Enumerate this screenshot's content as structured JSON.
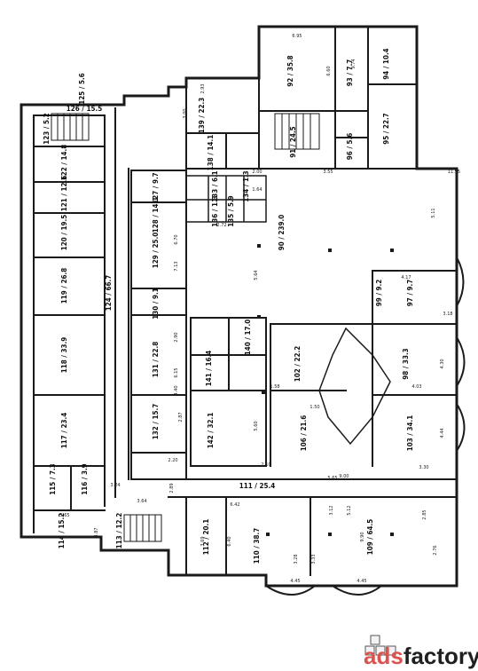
{
  "watermark": {
    "text_ads": "ads",
    "text_factory": "factory",
    "colors": {
      "ads": "#d9534f",
      "factory": "#1f1f1f",
      "box_stroke": "#555555",
      "box_fill": "#f3f3f3"
    },
    "icon": "stacked-boxes-logo"
  },
  "plan": {
    "line_color": "#1a1a1a",
    "wall_fill": "#1a1a1a",
    "rooms": [
      {
        "id": "r92",
        "label": "92 / 35.8"
      },
      {
        "id": "r93",
        "label": "93 / 7.7"
      },
      {
        "id": "r94",
        "label": "94 / 10.4"
      },
      {
        "id": "r95",
        "label": "95 / 22.7"
      },
      {
        "id": "r91",
        "label": "91 / 24.5"
      },
      {
        "id": "r96",
        "label": "96 / 5.6"
      },
      {
        "id": "r139",
        "label": "139 / 22.3"
      },
      {
        "id": "r138",
        "label": "138 / 14.1"
      },
      {
        "id": "r90",
        "label": "90 / 239.0"
      },
      {
        "id": "r127",
        "label": "127 / 9.7"
      },
      {
        "id": "r128",
        "label": "128 / 14.1"
      },
      {
        "id": "r129",
        "label": "129 / 25.0"
      },
      {
        "id": "r130",
        "label": "130 / 9.1"
      },
      {
        "id": "r131",
        "label": "131 / 22.8"
      },
      {
        "id": "r132",
        "label": "132 / 15.7"
      },
      {
        "id": "r133",
        "label": "133 / 6.1"
      },
      {
        "id": "r134",
        "label": "134 / 1.3"
      },
      {
        "id": "r135",
        "label": "135 / 5.9"
      },
      {
        "id": "r136",
        "label": "136 / 1.3"
      },
      {
        "id": "r140",
        "label": "140 / 17.0"
      },
      {
        "id": "r141",
        "label": "141 / 16.4"
      },
      {
        "id": "r142",
        "label": "142 / 32.1"
      },
      {
        "id": "r97",
        "label": "97 / 9.7"
      },
      {
        "id": "r98",
        "label": "98 / 33.3"
      },
      {
        "id": "r99",
        "label": "99 / 9.2"
      },
      {
        "id": "r102",
        "label": "102 / 22.2"
      },
      {
        "id": "r103",
        "label": "103 / 34.1"
      },
      {
        "id": "r106",
        "label": "106 / 21.6"
      },
      {
        "id": "r111",
        "label": "111 / 25.4"
      },
      {
        "id": "r109",
        "label": "109 / 64.5"
      },
      {
        "id": "r110",
        "label": "110 / 38.7"
      },
      {
        "id": "r112",
        "label": "112 / 20.1"
      },
      {
        "id": "r113",
        "label": "113 / 12.2"
      },
      {
        "id": "r114",
        "label": "114 / 15.2"
      },
      {
        "id": "r115",
        "label": "115 / 7.3"
      },
      {
        "id": "r116",
        "label": "116 / 3.9"
      },
      {
        "id": "r117",
        "label": "117 / 23.4"
      },
      {
        "id": "r118",
        "label": "118 / 33.9"
      },
      {
        "id": "r119",
        "label": "119 / 26.8"
      },
      {
        "id": "r120",
        "label": "120 / 19.5"
      },
      {
        "id": "r121",
        "label": "121 / 12.6"
      },
      {
        "id": "r122",
        "label": "122 / 14.8"
      },
      {
        "id": "r123",
        "label": "123 / 5.2"
      },
      {
        "id": "r124",
        "label": "124 / 66.7"
      },
      {
        "id": "r125",
        "label": "125 / 5.6"
      },
      {
        "id": "r126",
        "label": "126 / 15.5"
      }
    ],
    "dimensions": [
      "6.95",
      "6.60",
      "9.74",
      "3.18",
      "11.95",
      "5.11",
      "3.55",
      "5.64",
      "7.13",
      "6.70",
      "2.90",
      "6.15",
      "2.87",
      "3.00",
      "2.93",
      "4.17",
      "4.45",
      "4.45",
      "5.65",
      "9.00",
      "3.30",
      "4.03",
      "4.30",
      "4.44",
      "5.12",
      "9.90",
      "2.85",
      "2.76",
      "3.12",
      "6.42",
      "6.40",
      "3.69",
      "2.20",
      "2.89",
      "5.65",
      "3.28",
      "3.33",
      "1.58",
      "1.50",
      "2.00",
      "1.64",
      "2.72",
      "3.87",
      "3.64",
      "5.60",
      "4.40",
      "2.10",
      "3.24"
    ]
  }
}
